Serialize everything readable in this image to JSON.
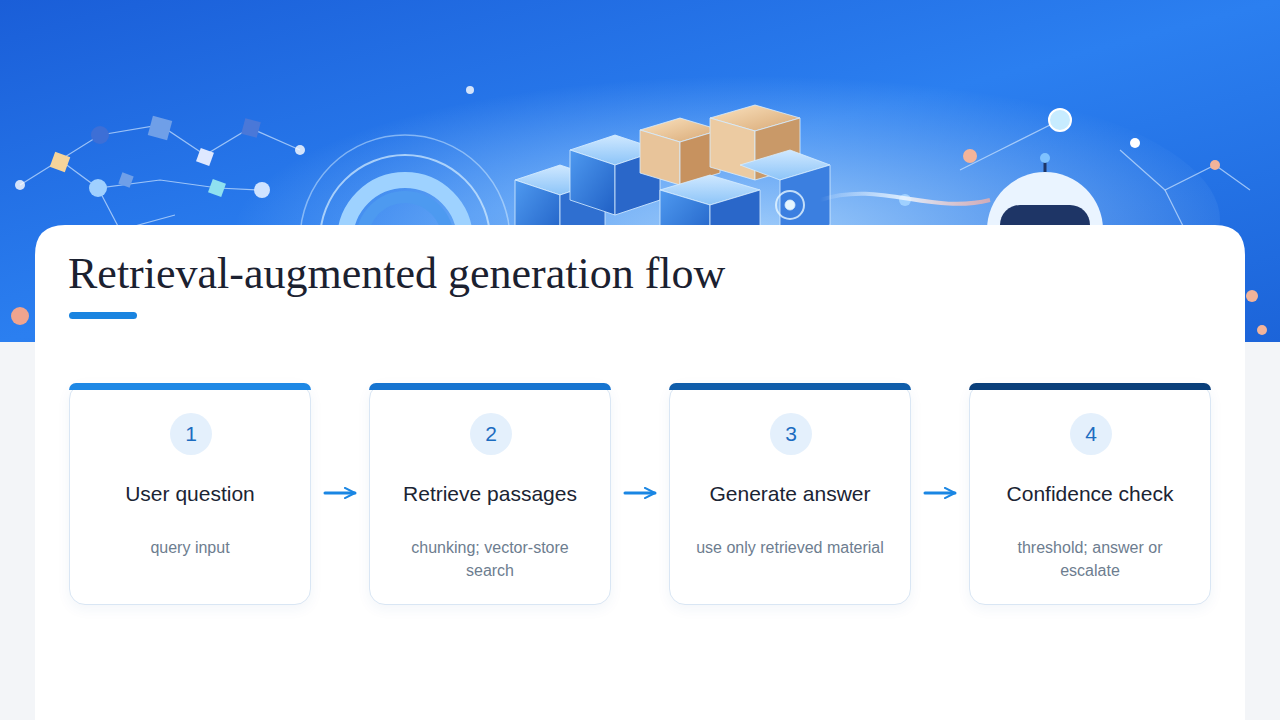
{
  "diagram": {
    "title": "Retrieval-augmented generation flow",
    "nodes": [
      {
        "text": [
          "User question",
          "query input"
        ]
      },
      {
        "text": [
          "1"
        ],
        "in": 0
      },
      {
        "text": [
          "Retrieve passages",
          "chunking; vector-store search"
        ]
      },
      {
        "text": [
          "2"
        ],
        "in": 2
      },
      {
        "text": [
          "Generate answer",
          "use only retrieved material"
        ]
      },
      {
        "text": [
          "3"
        ],
        "in": 4
      },
      {
        "text": [
          "Confidence check",
          "threshold; answer or escalate"
        ]
      },
      {
        "text": [
          "4"
        ],
        "in": 6
      }
    ],
    "edges": [
      {
        "from": 0,
        "to": 2,
        "arrow": "to"
      },
      {
        "from": 2,
        "to": 4,
        "arrow": "to"
      },
      {
        "from": 4,
        "to": 6,
        "arrow": "to"
      }
    ]
  }
}
